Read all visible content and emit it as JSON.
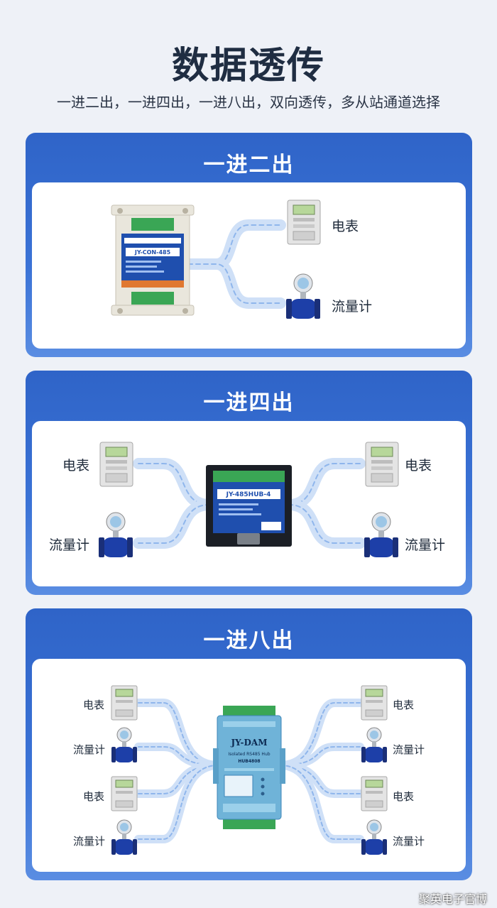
{
  "page": {
    "title": "数据透传",
    "subtitle": "一进二出，一进四出，一进八出，双向透传，多从站通道选择",
    "watermark": "聚英电子官博"
  },
  "sections": [
    {
      "title": "一进二出",
      "device": {
        "model": "JY-CON-485"
      },
      "outputs": [
        {
          "label": "电表",
          "icon": "electric-meter-icon"
        },
        {
          "label": "流量计",
          "icon": "flowmeter-icon"
        }
      ]
    },
    {
      "title": "一进四出",
      "device": {
        "model": "JY-485HUB-4"
      },
      "left": [
        {
          "label": "电表",
          "icon": "electric-meter-icon"
        },
        {
          "label": "流量计",
          "icon": "flowmeter-icon"
        }
      ],
      "right": [
        {
          "label": "电表",
          "icon": "electric-meter-icon"
        },
        {
          "label": "流量计",
          "icon": "flowmeter-icon"
        }
      ]
    },
    {
      "title": "一进八出",
      "device": {
        "brand": "JY-DAM",
        "name": "Isolated RS485 Hub",
        "model": "HUB4808"
      },
      "left": [
        {
          "label": "电表",
          "icon": "electric-meter-icon"
        },
        {
          "label": "流量计",
          "icon": "flowmeter-icon"
        },
        {
          "label": "电表",
          "icon": "electric-meter-icon"
        },
        {
          "label": "流量计",
          "icon": "flowmeter-icon"
        }
      ],
      "right": [
        {
          "label": "电表",
          "icon": "electric-meter-icon"
        },
        {
          "label": "流量计",
          "icon": "flowmeter-icon"
        },
        {
          "label": "电表",
          "icon": "electric-meter-icon"
        },
        {
          "label": "流量计",
          "icon": "flowmeter-icon"
        }
      ]
    }
  ],
  "colors": {
    "section_blue": "#2f64c8",
    "device_blue": "#1f4fae",
    "terminal_green": "#3aa655",
    "line_blue": "#9ec3f0",
    "flowmeter_blue": "#1d3fa8"
  }
}
